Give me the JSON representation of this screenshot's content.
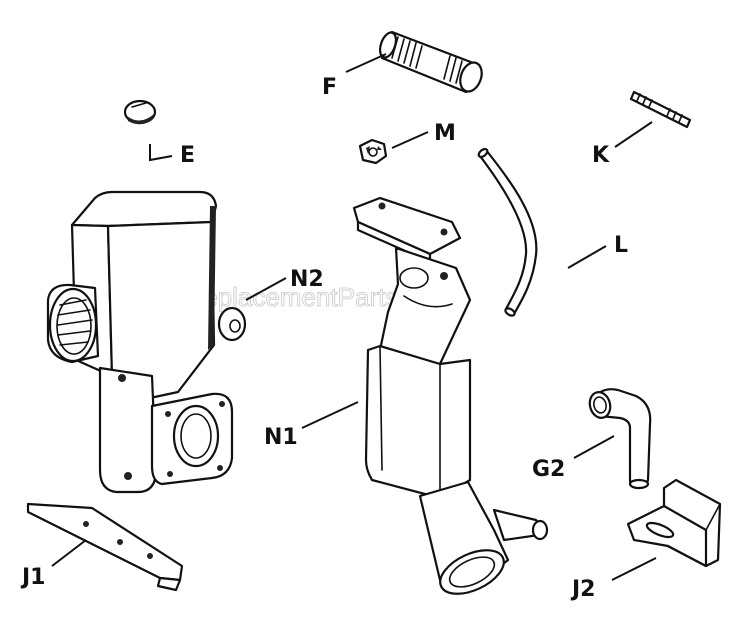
{
  "watermark": "eReplacementParts.com",
  "labels": {
    "F": "F",
    "M": "M",
    "K": "K",
    "E": "E",
    "L": "L",
    "N2": "N2",
    "N1": "N1",
    "G2": "G2",
    "J1": "J1",
    "J2": "J2"
  },
  "parts": [
    {
      "id": "F",
      "icon": "pipe-nipple-icon"
    },
    {
      "id": "M",
      "icon": "nut-icon"
    },
    {
      "id": "K",
      "icon": "stud-icon"
    },
    {
      "id": "E",
      "icon": "cap-icon"
    },
    {
      "id": "L",
      "icon": "tube-icon"
    },
    {
      "id": "N2",
      "icon": "muffler-icon"
    },
    {
      "id": "N1",
      "icon": "manifold-icon"
    },
    {
      "id": "G2",
      "icon": "elbow-icon"
    },
    {
      "id": "J1",
      "icon": "bracket-icon"
    },
    {
      "id": "J2",
      "icon": "angle-bracket-icon"
    }
  ]
}
